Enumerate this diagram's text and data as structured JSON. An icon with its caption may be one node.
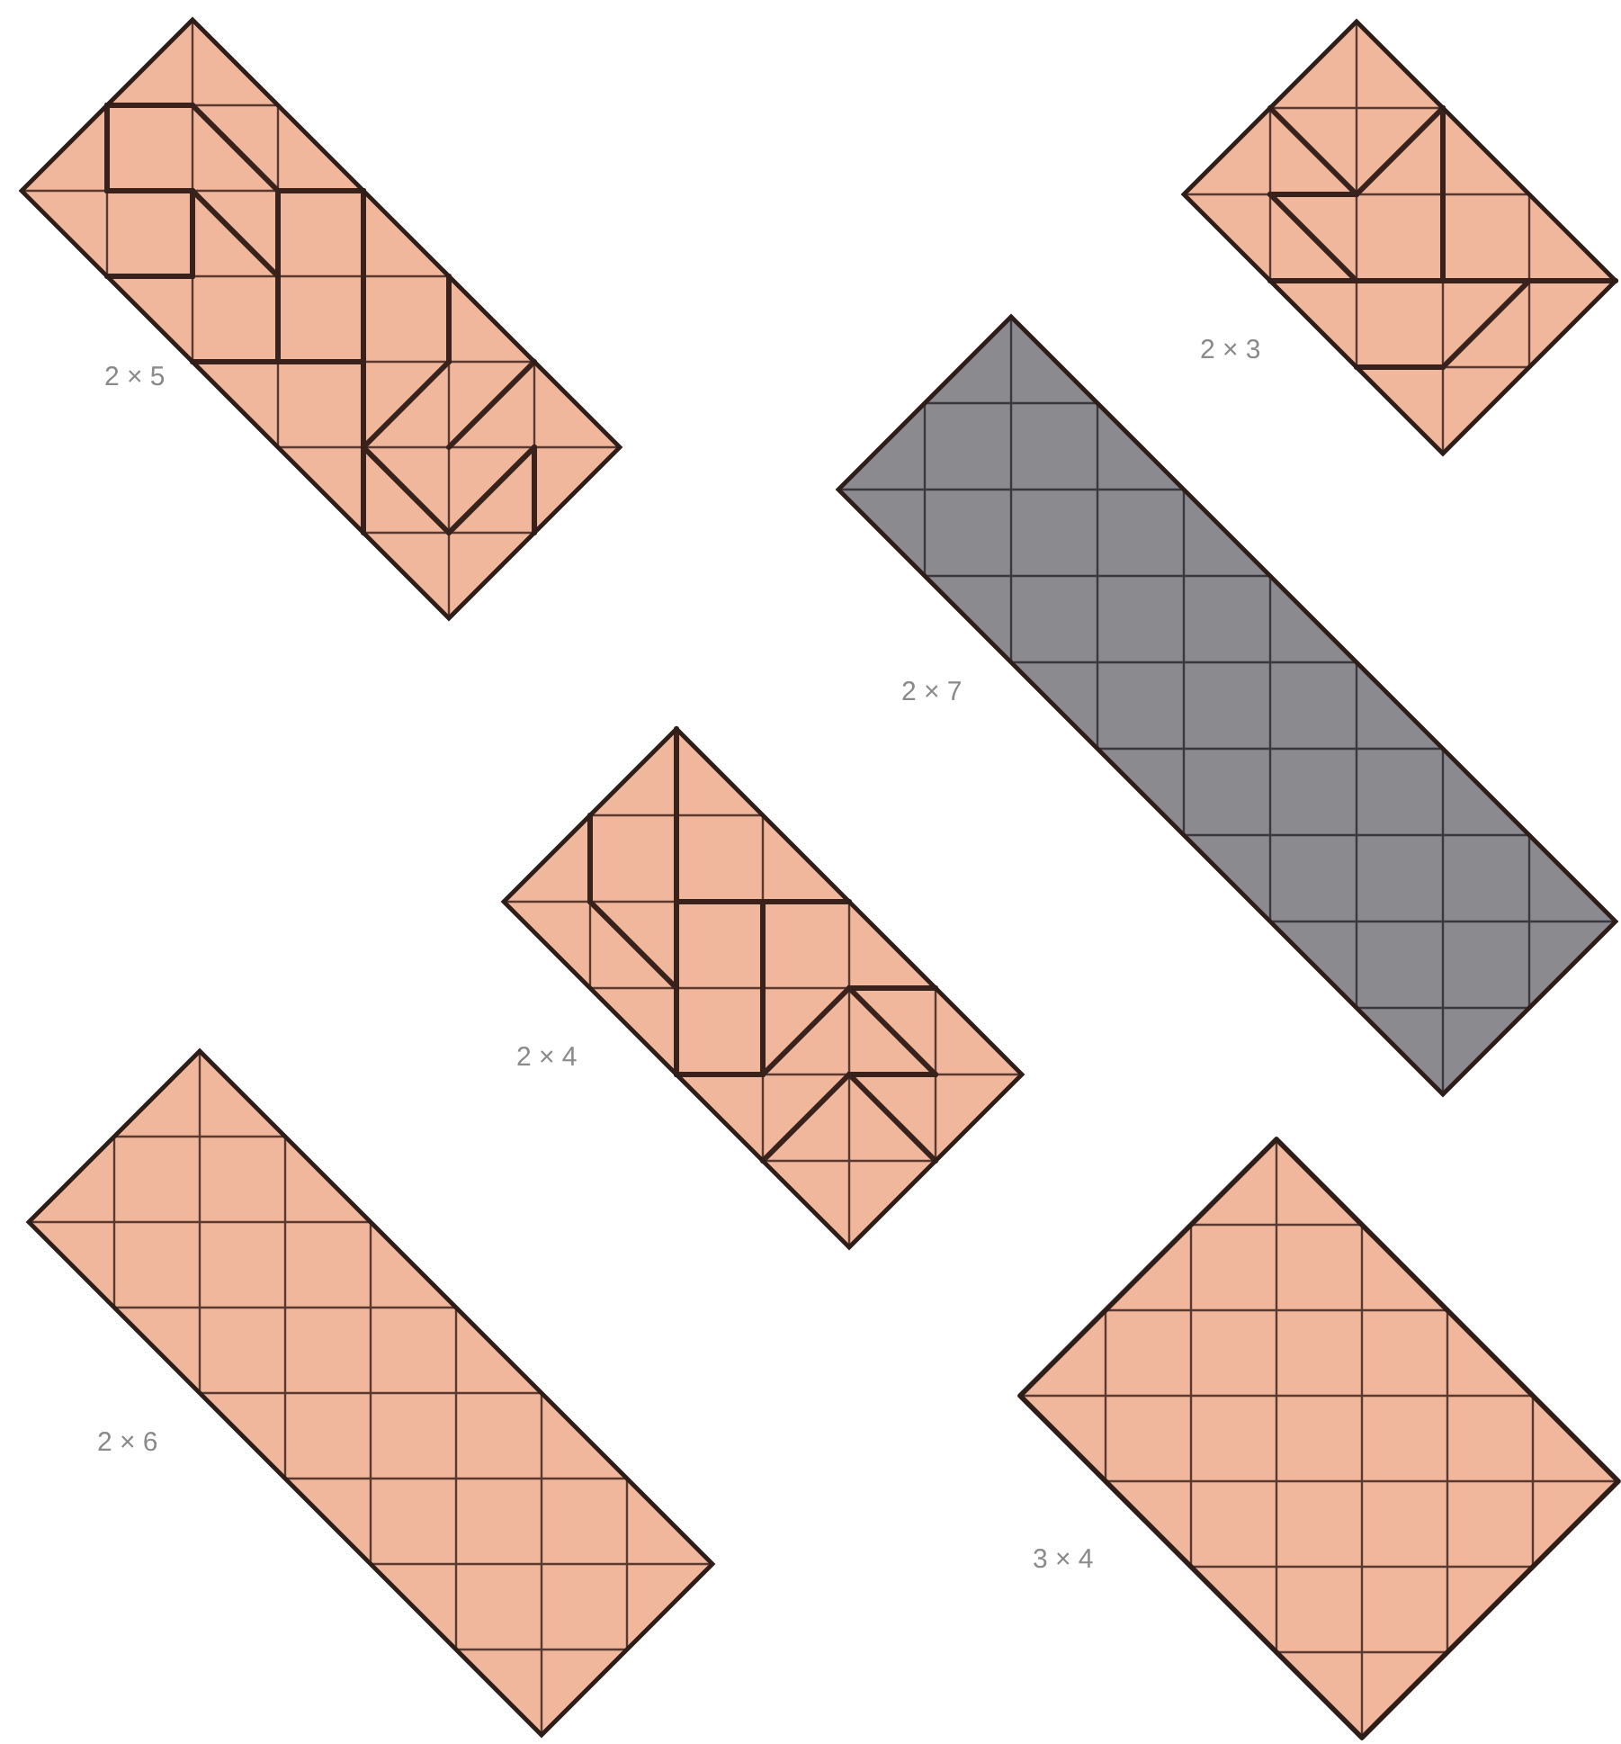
{
  "diagram": {
    "nodes": [
      {
        "text": [],
        "shape": "box",
        "beside": [
          "2 × 5"
        ]
      },
      {
        "text": [],
        "shape": "box",
        "beside": [
          "2 × 3"
        ]
      },
      {
        "text": [],
        "shape": "box",
        "beside": [
          "2 × 7"
        ]
      },
      {
        "text": [],
        "shape": "box",
        "beside": [
          "2 × 4"
        ]
      },
      {
        "text": [],
        "shape": "box",
        "beside": [
          "2 × 6"
        ]
      },
      {
        "text": [],
        "shape": "diamond",
        "beside": [
          "3 × 4"
        ]
      }
    ]
  }
}
